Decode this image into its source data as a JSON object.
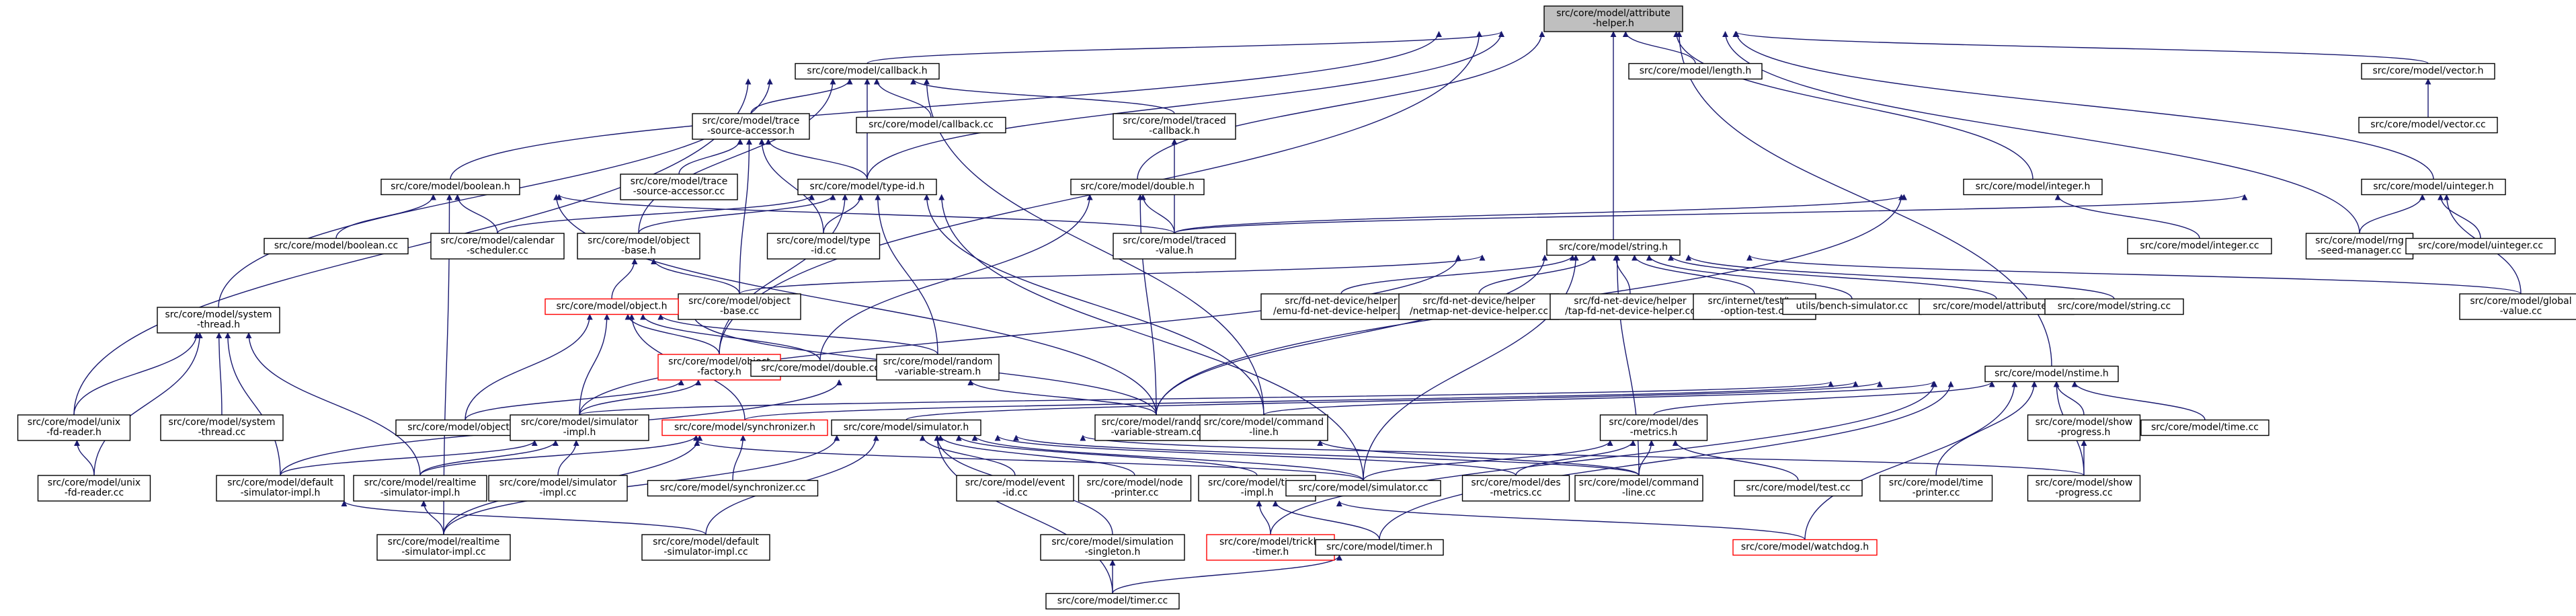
{
  "diagram": {
    "colors": {
      "edge": "#191970",
      "root_fill": "#bfbfbf",
      "red_border": "#ff0000",
      "node_border": "#000000"
    },
    "nodes": [
      {
        "id": "attribute",
        "lines": [
          "src/core/model/attribute",
          "-helper.h"
        ],
        "style": "root"
      },
      {
        "id": "callback",
        "lines": [
          "src/core/model/callback.h"
        ]
      },
      {
        "id": "length",
        "lines": [
          "src/core/model/length.h"
        ]
      },
      {
        "id": "vector",
        "lines": [
          "src/core/model/vector.h"
        ]
      },
      {
        "id": "vectorcc",
        "lines": [
          "src/core/model/vector.cc"
        ]
      },
      {
        "id": "trace",
        "lines": [
          "src/core/model/trace",
          "-source-accessor.h"
        ]
      },
      {
        "id": "callbackcc",
        "lines": [
          "src/core/model/callback.cc"
        ]
      },
      {
        "id": "tracedcb",
        "lines": [
          "src/core/model/traced",
          "-callback.h"
        ]
      },
      {
        "id": "tracecc",
        "lines": [
          "src/core/model/trace",
          "-source-accessor.cc"
        ]
      },
      {
        "id": "typeid",
        "lines": [
          "src/core/model/type-id.h"
        ]
      },
      {
        "id": "double",
        "lines": [
          "src/core/model/double.h"
        ]
      },
      {
        "id": "integer",
        "lines": [
          "src/core/model/integer.h"
        ]
      },
      {
        "id": "uinteger",
        "lines": [
          "src/core/model/uinteger.h"
        ]
      },
      {
        "id": "boolean",
        "lines": [
          "src/core/model/boolean.h"
        ]
      },
      {
        "id": "booleancc",
        "lines": [
          "src/core/model/boolean.cc"
        ]
      },
      {
        "id": "calendar",
        "lines": [
          "src/core/model/calendar",
          "-scheduler.cc"
        ]
      },
      {
        "id": "objbase",
        "lines": [
          "src/core/model/object",
          "-base.h"
        ]
      },
      {
        "id": "typeidcc",
        "lines": [
          "src/core/model/type",
          "-id.cc"
        ]
      },
      {
        "id": "tracedval",
        "lines": [
          "src/core/model/traced",
          "-value.h"
        ]
      },
      {
        "id": "integercc",
        "lines": [
          "src/core/model/integer.cc"
        ]
      },
      {
        "id": "rngseed",
        "lines": [
          "src/core/model/rng",
          "-seed-manager.cc"
        ]
      },
      {
        "id": "uintegercc",
        "lines": [
          "src/core/model/uinteger.cc"
        ]
      },
      {
        "id": "global",
        "lines": [
          "src/core/model/global",
          "-value.cc"
        ]
      },
      {
        "id": "string",
        "lines": [
          "src/core/model/string.h"
        ]
      },
      {
        "id": "objbasecc",
        "lines": [
          "src/core/model/object",
          "-base.cc"
        ]
      },
      {
        "id": "object",
        "lines": [
          "src/core/model/object.h"
        ],
        "style": "red"
      },
      {
        "id": "emufd",
        "lines": [
          "src/fd-net-device/helper",
          "/emu-fd-net-device-helper.cc"
        ]
      },
      {
        "id": "netmapfd",
        "lines": [
          "src/fd-net-device/helper",
          "/netmap-net-device-helper.cc"
        ]
      },
      {
        "id": "tapfd",
        "lines": [
          "src/fd-net-device/helper",
          "/tap-fd-net-device-helper.cc"
        ]
      },
      {
        "id": "tcpopt",
        "lines": [
          "src/internet/test/tcp",
          "-option-test.cc"
        ]
      },
      {
        "id": "bench",
        "lines": [
          "utils/bench-simulator.cc"
        ]
      },
      {
        "id": "attributecc",
        "lines": [
          "src/core/model/attribute.cc"
        ]
      },
      {
        "id": "stringcc",
        "lines": [
          "src/core/model/string.cc"
        ]
      },
      {
        "id": "systhread",
        "lines": [
          "src/core/model/system",
          "-thread.h"
        ]
      },
      {
        "id": "objfactory",
        "lines": [
          "src/core/model/object",
          "-factory.h"
        ],
        "style": "red"
      },
      {
        "id": "doublecc",
        "lines": [
          "src/core/model/double.cc"
        ]
      },
      {
        "id": "randvar",
        "lines": [
          "src/core/model/random",
          "-variable-stream.h"
        ]
      },
      {
        "id": "nstime",
        "lines": [
          "src/core/model/nstime.h"
        ]
      },
      {
        "id": "unixfd",
        "lines": [
          "src/core/model/unix",
          "-fd-reader.h"
        ]
      },
      {
        "id": "systhreadcc",
        "lines": [
          "src/core/model/system",
          "-thread.cc"
        ]
      },
      {
        "id": "objectcc",
        "lines": [
          "src/core/model/object.cc"
        ]
      },
      {
        "id": "simimpl",
        "lines": [
          "src/core/model/simulator",
          "-impl.h"
        ]
      },
      {
        "id": "sync",
        "lines": [
          "src/core/model/synchronizer.h"
        ],
        "style": "red"
      },
      {
        "id": "simh",
        "lines": [
          "src/core/model/simulator.h"
        ]
      },
      {
        "id": "randvarcc",
        "lines": [
          "src/core/model/random",
          "-variable-stream.cc"
        ]
      },
      {
        "id": "cmdline",
        "lines": [
          "src/core/model/command",
          "-line.h"
        ]
      },
      {
        "id": "desmetrics",
        "lines": [
          "src/core/model/des",
          "-metrics.h"
        ]
      },
      {
        "id": "showprog",
        "lines": [
          "src/core/model/show",
          "-progress.h"
        ]
      },
      {
        "id": "timecc",
        "lines": [
          "src/core/model/time.cc"
        ]
      },
      {
        "id": "unixfdcc",
        "lines": [
          "src/core/model/unix",
          "-fd-reader.cc"
        ]
      },
      {
        "id": "defsimimpl",
        "lines": [
          "src/core/model/default",
          "-simulator-impl.h"
        ]
      },
      {
        "id": "rtsimimpl",
        "lines": [
          "src/core/model/realtime",
          "-simulator-impl.h"
        ]
      },
      {
        "id": "simimplcc",
        "lines": [
          "src/core/model/simulator",
          "-impl.cc"
        ]
      },
      {
        "id": "synccc",
        "lines": [
          "src/core/model/synchronizer.cc"
        ]
      },
      {
        "id": "eventid",
        "lines": [
          "src/core/model/event",
          "-id.cc"
        ]
      },
      {
        "id": "nodeprinter",
        "lines": [
          "src/core/model/node",
          "-printer.cc"
        ]
      },
      {
        "id": "timerimpl",
        "lines": [
          "src/core/model/timer",
          "-impl.h"
        ]
      },
      {
        "id": "simcc",
        "lines": [
          "src/core/model/simulator.cc"
        ]
      },
      {
        "id": "desmetricscc",
        "lines": [
          "src/core/model/des",
          "-metrics.cc"
        ]
      },
      {
        "id": "cmdlinecc",
        "lines": [
          "src/core/model/command",
          "-line.cc"
        ]
      },
      {
        "id": "testcc",
        "lines": [
          "src/core/model/test.cc"
        ]
      },
      {
        "id": "timeprinter",
        "lines": [
          "src/core/model/time",
          "-printer.cc"
        ]
      },
      {
        "id": "showprogcc",
        "lines": [
          "src/core/model/show",
          "-progress.cc"
        ]
      },
      {
        "id": "rtsimimplcc",
        "lines": [
          "src/core/model/realtime",
          "-simulator-impl.cc"
        ]
      },
      {
        "id": "defsimimplcc",
        "lines": [
          "src/core/model/default",
          "-simulator-impl.cc"
        ]
      },
      {
        "id": "simsingleton",
        "lines": [
          "src/core/model/simulation",
          "-singleton.h"
        ]
      },
      {
        "id": "trickle",
        "lines": [
          "src/core/model/trickle",
          "-timer.h"
        ],
        "style": "red"
      },
      {
        "id": "timerh",
        "lines": [
          "src/core/model/timer.h"
        ]
      },
      {
        "id": "watchdog",
        "lines": [
          "src/core/model/watchdog.h"
        ],
        "style": "red"
      },
      {
        "id": "timercc",
        "lines": [
          "src/core/model/timer.cc"
        ]
      }
    ]
  }
}
